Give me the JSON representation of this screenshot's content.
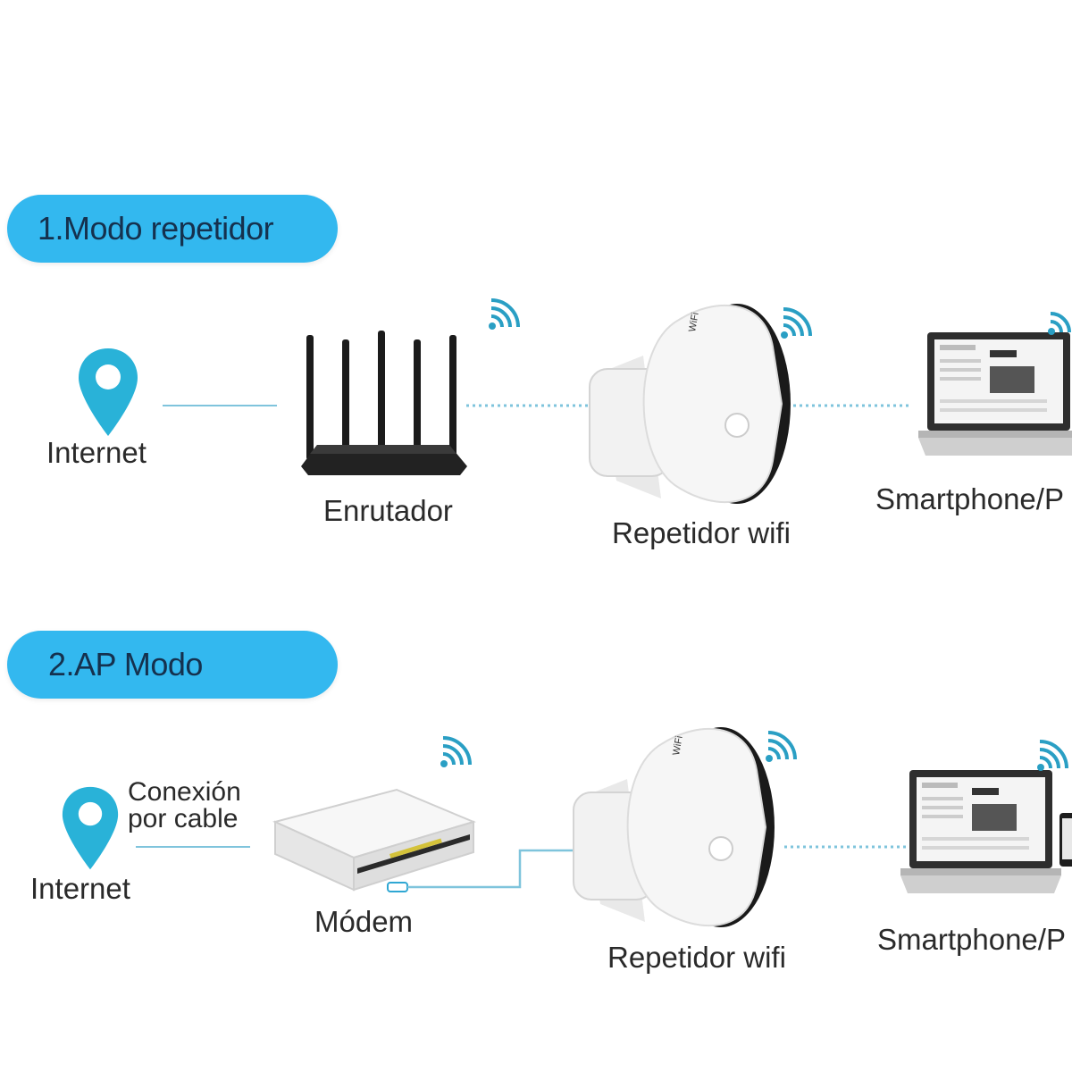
{
  "sections": [
    {
      "title": "1.Modo repetidor",
      "source_label": "Internet",
      "device_label": "Enrutador",
      "repeater_label": "Repetidor wifi",
      "client_label": "Smartphone/P"
    },
    {
      "title": "2.AP Modo",
      "source_label": "Internet",
      "cable_label_line1": "Conexión",
      "cable_label_line2": "por cable",
      "device_label": "Módem",
      "repeater_label": "Repetidor wifi",
      "client_label": "Smartphone/P"
    }
  ],
  "colors": {
    "pill": "#33b8ef",
    "pill_text": "#15314e",
    "pin": "#29b2d8",
    "wifi": "#2a9fc4",
    "connector": "#7fc4dc"
  }
}
